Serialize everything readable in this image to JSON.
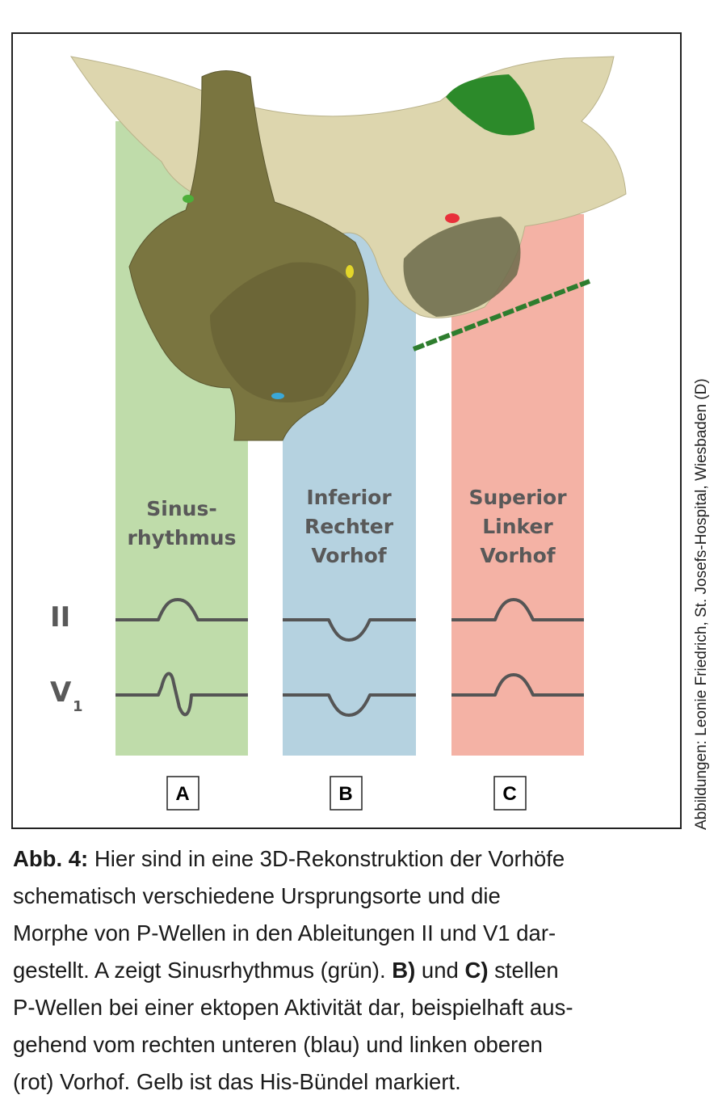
{
  "figure": {
    "columns": [
      {
        "title_lines": [
          "Sinus-",
          "rhythmus"
        ],
        "letter": "A",
        "color": "#bfdcaa"
      },
      {
        "title_lines": [
          "Inferior",
          "Rechter",
          "Vorhof"
        ],
        "letter": "B",
        "color": "#b5d2e0"
      },
      {
        "title_lines": [
          "Superior",
          "Linker",
          "Vorhof"
        ],
        "letter": "C",
        "color": "#f4b2a5"
      }
    ],
    "leads": {
      "lead_ii": "II",
      "lead_v": "V",
      "lead_v_sub": "1"
    },
    "credit": "Abbildungen: Leonie Friedrich, St. Josefs-Hospital, Wiesbaden (D)"
  },
  "caption": {
    "label": "Abb. 4:",
    "line1": " Hier sind in eine 3D-Rekonstruktion der Vorhöfe",
    "line2": "schematisch verschiedene Ursprungsorte und die",
    "line3": "Morphe von P-Wellen in den Ableitungen II und V1 dar-",
    "line4a": "gestellt. A zeigt Sinusrhythmus (grün). ",
    "line4b": "B)",
    "line4c": " und ",
    "line4d": "C)",
    "line4e": " stellen",
    "line5": "P-Wellen bei einer ektopen Aktivität dar, beispielhaft aus-",
    "line6": "gehend vom rechten unteren (blau) und linken oberen",
    "line7": "(rot) Vorhof. Gelb ist das His-Bündel markiert."
  }
}
